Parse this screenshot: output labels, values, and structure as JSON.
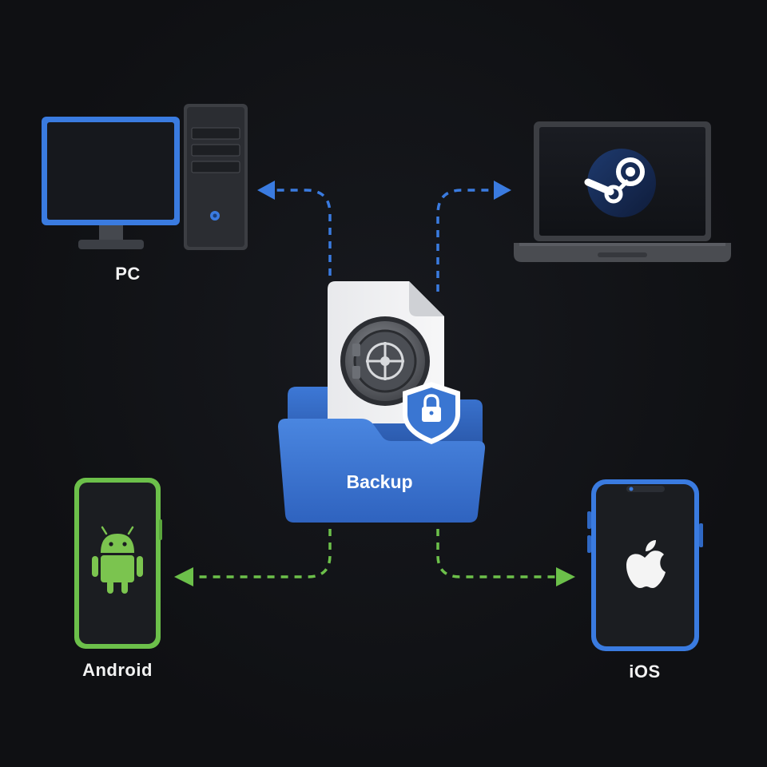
{
  "center": {
    "label": "Backup"
  },
  "devices": {
    "pc": {
      "label": "PC"
    },
    "laptop": {
      "label": ""
    },
    "android": {
      "label": "Android"
    },
    "ios": {
      "label": "iOS"
    }
  },
  "colors": {
    "background": "#0f1013",
    "blue_accent": "#3a7be0",
    "green_accent": "#6cc04a",
    "folder_blue": "#3a76d2",
    "text": "#f2f2f2"
  },
  "icons": {
    "pc": "desktop-computer-icon",
    "laptop": "laptop-steam-icon",
    "android": "android-phone-icon",
    "ios": "iphone-apple-icon",
    "center": "backup-folder-vault-icon"
  }
}
